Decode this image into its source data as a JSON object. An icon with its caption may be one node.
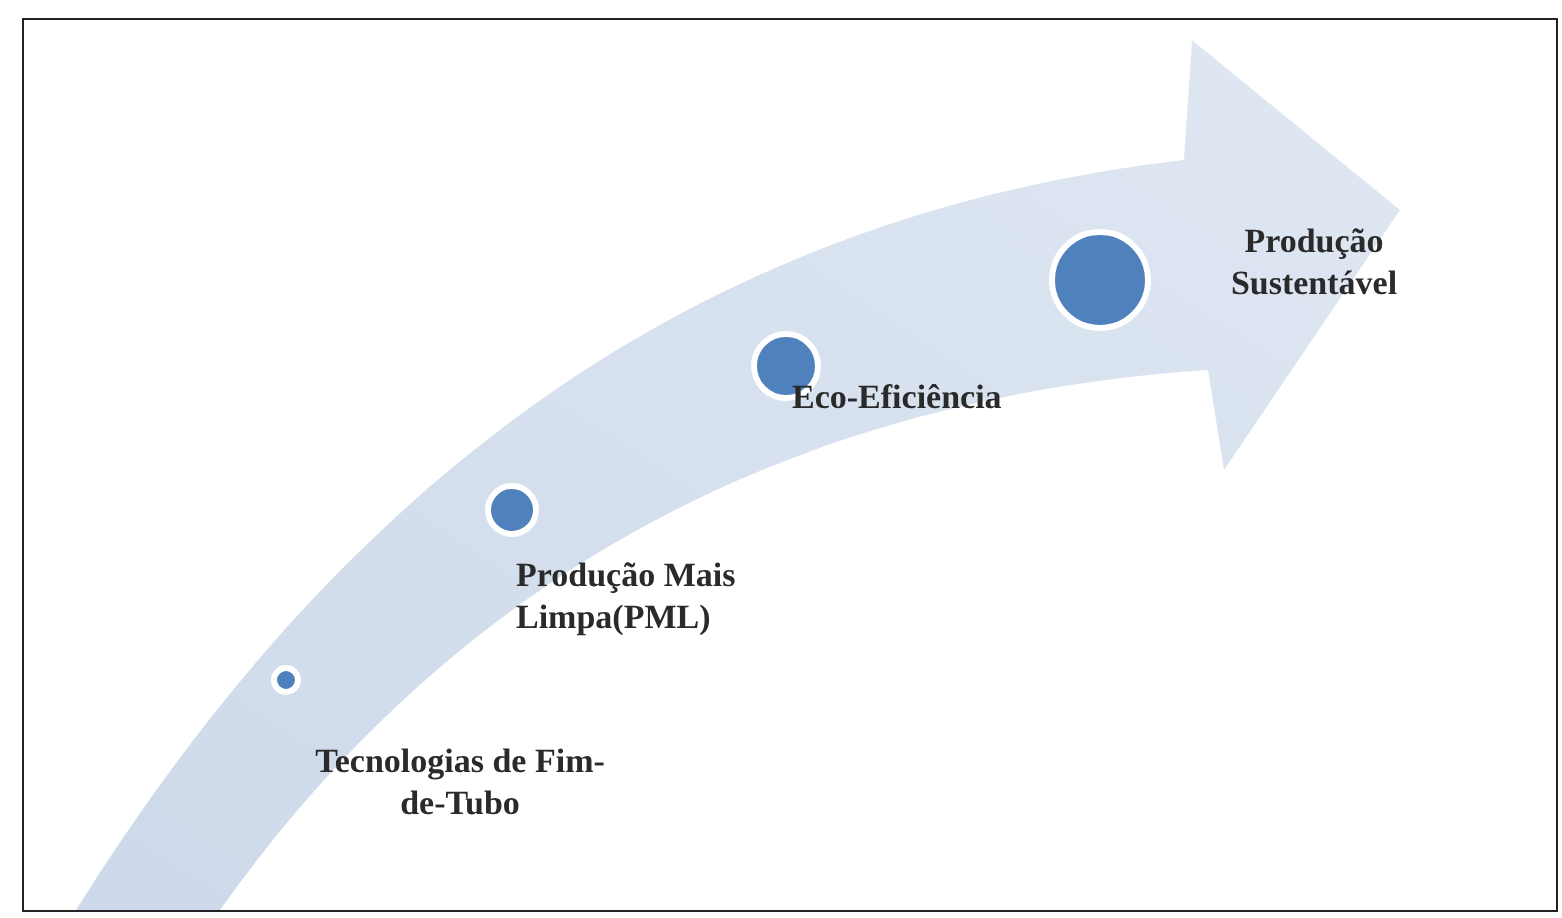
{
  "diagram": {
    "nodes": [
      {
        "text": [],
        "shape": "circle",
        "beside": [
          "Tecnologias de Fim-de-Tubo"
        ]
      },
      {
        "text": [],
        "shape": "circle",
        "beside": [
          "Produção Mais Limpa(PML)"
        ]
      },
      {
        "text": [],
        "shape": "circle",
        "beside": [
          "Eco-Eficiência"
        ]
      },
      {
        "text": [],
        "shape": "circle",
        "beside": [
          "Produção Sustentável"
        ]
      }
    ]
  }
}
